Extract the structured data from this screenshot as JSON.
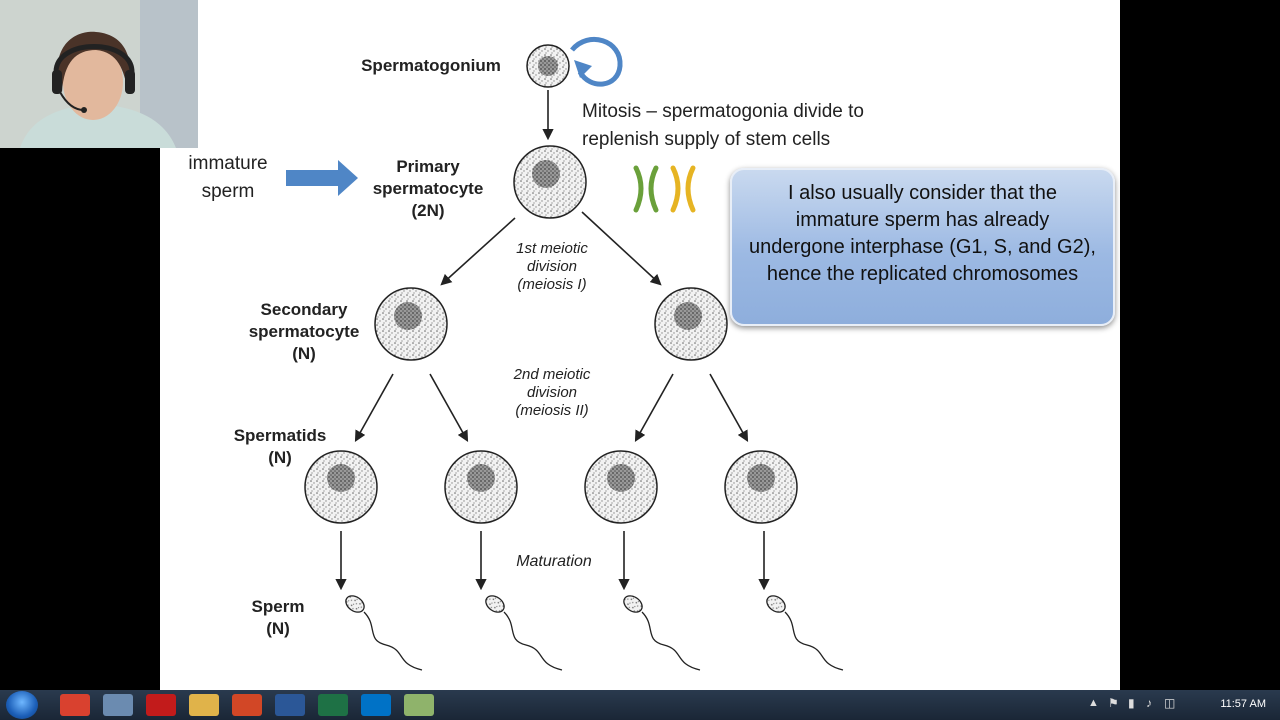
{
  "slide": {
    "labels": {
      "spermatogonium": "Spermatogonium",
      "primary_line1": "Primary",
      "primary_line2": "spermatocyte",
      "primary_line3": "(2N)",
      "secondary_line1": "Secondary",
      "secondary_line2": "spermatocyte",
      "secondary_line3": "(N)",
      "spermatids_line1": "Spermatids",
      "spermatids_line2": "(N)",
      "sperm_line1": "Sperm",
      "sperm_line2": "(N)"
    },
    "meiosis1": [
      "1st meiotic",
      "division",
      "(meiosis I)"
    ],
    "meiosis2": [
      "2nd meiotic",
      "division",
      "(meiosis II)"
    ],
    "maturation": "Maturation",
    "mitosis_note": [
      "Mitosis – spermatogonia divide to",
      "replenish supply of stem cells"
    ],
    "immature": [
      "immature",
      "sperm"
    ],
    "callout": "I also usually consider that the immature sperm has already undergone interphase (G1, S, and G2), hence the replicated chromosomes",
    "colors": {
      "callout": "#9cb9e3",
      "arrow": "#4f86c6",
      "chromosome_green": "#6aa03a",
      "chromosome_yellow": "#e6b423"
    }
  },
  "taskbar": {
    "apps": [
      {
        "name": "chrome-icon",
        "color": "#d9412f"
      },
      {
        "name": "network-icon",
        "color": "#6b8bb0"
      },
      {
        "name": "acrobat-icon",
        "color": "#c21b1b"
      },
      {
        "name": "folder-icon",
        "color": "#e0b34a"
      },
      {
        "name": "powerpoint-icon",
        "color": "#d24726"
      },
      {
        "name": "word-icon",
        "color": "#2b5797"
      },
      {
        "name": "excel-icon",
        "color": "#1e7145"
      },
      {
        "name": "outlook-icon",
        "color": "#0072c6"
      },
      {
        "name": "notes-icon",
        "color": "#8fb36b"
      }
    ],
    "clock": "11:57 AM"
  }
}
